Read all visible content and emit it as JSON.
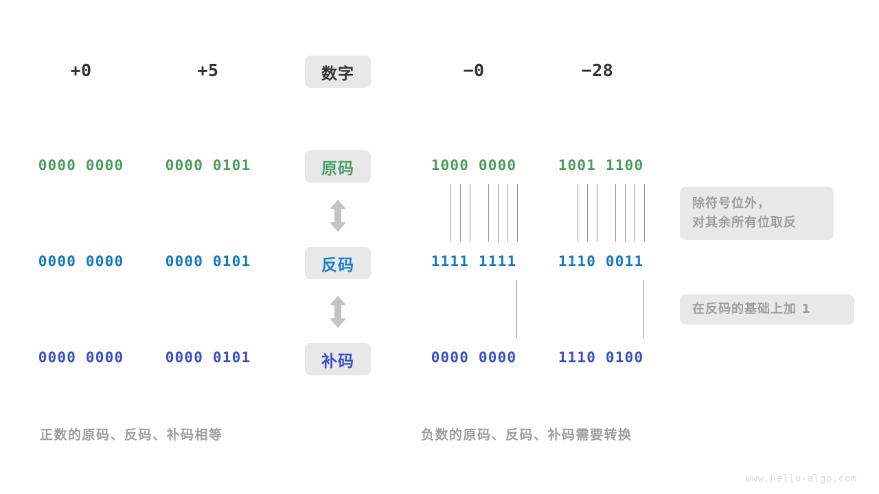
{
  "watermark": "www.hello-algo.com",
  "colors": {
    "green": "#4B9B5F",
    "blue": "#1278C0",
    "indigo": "#3A4FC3",
    "badge_bg": "#e8e8e8",
    "muted": "#9e9e9e",
    "line": "#8e8e8e",
    "arrow": "#c4c4c4",
    "background": "#ffffff"
  },
  "header": {
    "columns": [
      {
        "label": "+0",
        "sign": "positive"
      },
      {
        "label": "+5",
        "sign": "positive"
      },
      {
        "label": "数字",
        "sign": "title"
      },
      {
        "label": "−0",
        "sign": "negative"
      },
      {
        "label": "−28",
        "sign": "negative"
      }
    ]
  },
  "rows": [
    {
      "key": "true-form",
      "badge": "原码",
      "badge_color": "green",
      "text_color": "green",
      "values": {
        "plus_zero": "0000 0000",
        "plus_five": "0000 0101",
        "minus_zero": "1000 0000",
        "minus_28": "1001 1100"
      }
    },
    {
      "key": "ones-complement",
      "badge": "反码",
      "badge_color": "blue",
      "text_color": "blue",
      "values": {
        "plus_zero": "0000 0000",
        "plus_five": "0000 0101",
        "minus_zero": "1111 1111",
        "minus_28": "1110 0011"
      }
    },
    {
      "key": "twos-complement",
      "badge": "补码",
      "badge_color": "indigo",
      "text_color": "indigo",
      "values": {
        "plus_zero": "0000 0000",
        "plus_five": "0000 0101",
        "minus_zero": "0000 0000",
        "minus_28": "1110 0100"
      }
    }
  ],
  "notes": [
    {
      "key": "invert-note",
      "lines": [
        "除符号位外，",
        "对其余所有位取反"
      ]
    },
    {
      "key": "add-one-note",
      "lines": [
        "在反码的基础上加 1"
      ]
    }
  ],
  "captions": {
    "left": "正数的原码、反码、补码相等",
    "right": "负数的原码、反码、补码需要转换"
  },
  "arrows": [
    {
      "key": "arrow-yuan-fan",
      "direction": "up-down"
    },
    {
      "key": "arrow-fan-bu",
      "direction": "up-down"
    }
  ]
}
